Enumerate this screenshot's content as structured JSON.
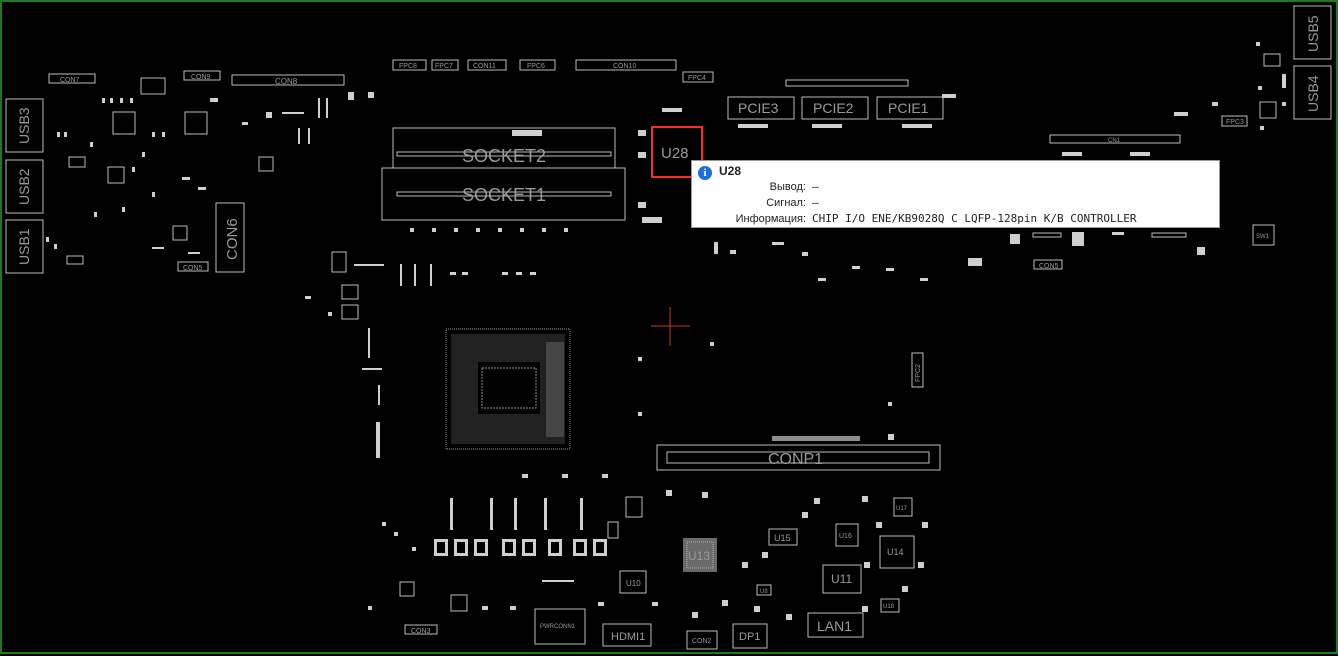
{
  "board": {
    "connector_labels": {
      "usb1": "USB1",
      "usb2": "USB2",
      "usb3": "USB3",
      "usb4": "USB4",
      "usb5": "USB5",
      "con6": "CON6",
      "con7": "CON7",
      "con8": "CON8",
      "con9": "CON9",
      "con5": "CON5",
      "con11": "CON11",
      "con10": "CON10",
      "con3": "CON3",
      "con2": "CON2",
      "fpc8": "FPC8",
      "fpc7": "FPC7",
      "fpc6": "FPC6",
      "fpc4": "FPC4",
      "fpc3": "FPC3",
      "fpc2": "FPC2",
      "pcie1": "PCIE1",
      "pcie2": "PCIE2",
      "pcie3": "PCIE3",
      "socket1": "SOCKET1",
      "socket2": "SOCKET2",
      "conp1": "CONP1",
      "hdmi1": "HDMI1",
      "dp1": "DP1",
      "lan1": "LAN1",
      "pwrconn1": "PWRCONN1",
      "cn1": "CN1",
      "sw1": "SW1"
    },
    "chip_labels": {
      "u28": "U28",
      "u13": "U13",
      "u15": "U15",
      "u16": "U16",
      "u14": "U14",
      "u11": "U11",
      "u10": "U10",
      "u17": "U17",
      "u18": "U18",
      "u8": "U8"
    },
    "colors": {
      "background": "#000000",
      "frame": "#1f7a1f",
      "selection": "#ff2a2a",
      "cursor": "#c0392b"
    }
  },
  "tooltip": {
    "icon": "info-icon",
    "title": "U28",
    "rows": [
      {
        "key": "Вывод:",
        "value": "—"
      },
      {
        "key": "Сигнал:",
        "value": "—"
      },
      {
        "key": "Информация:",
        "value": "CHIP I/O ENE/KB9028Q C  LQFP-128pin K/B CONTROLLER"
      }
    ]
  }
}
